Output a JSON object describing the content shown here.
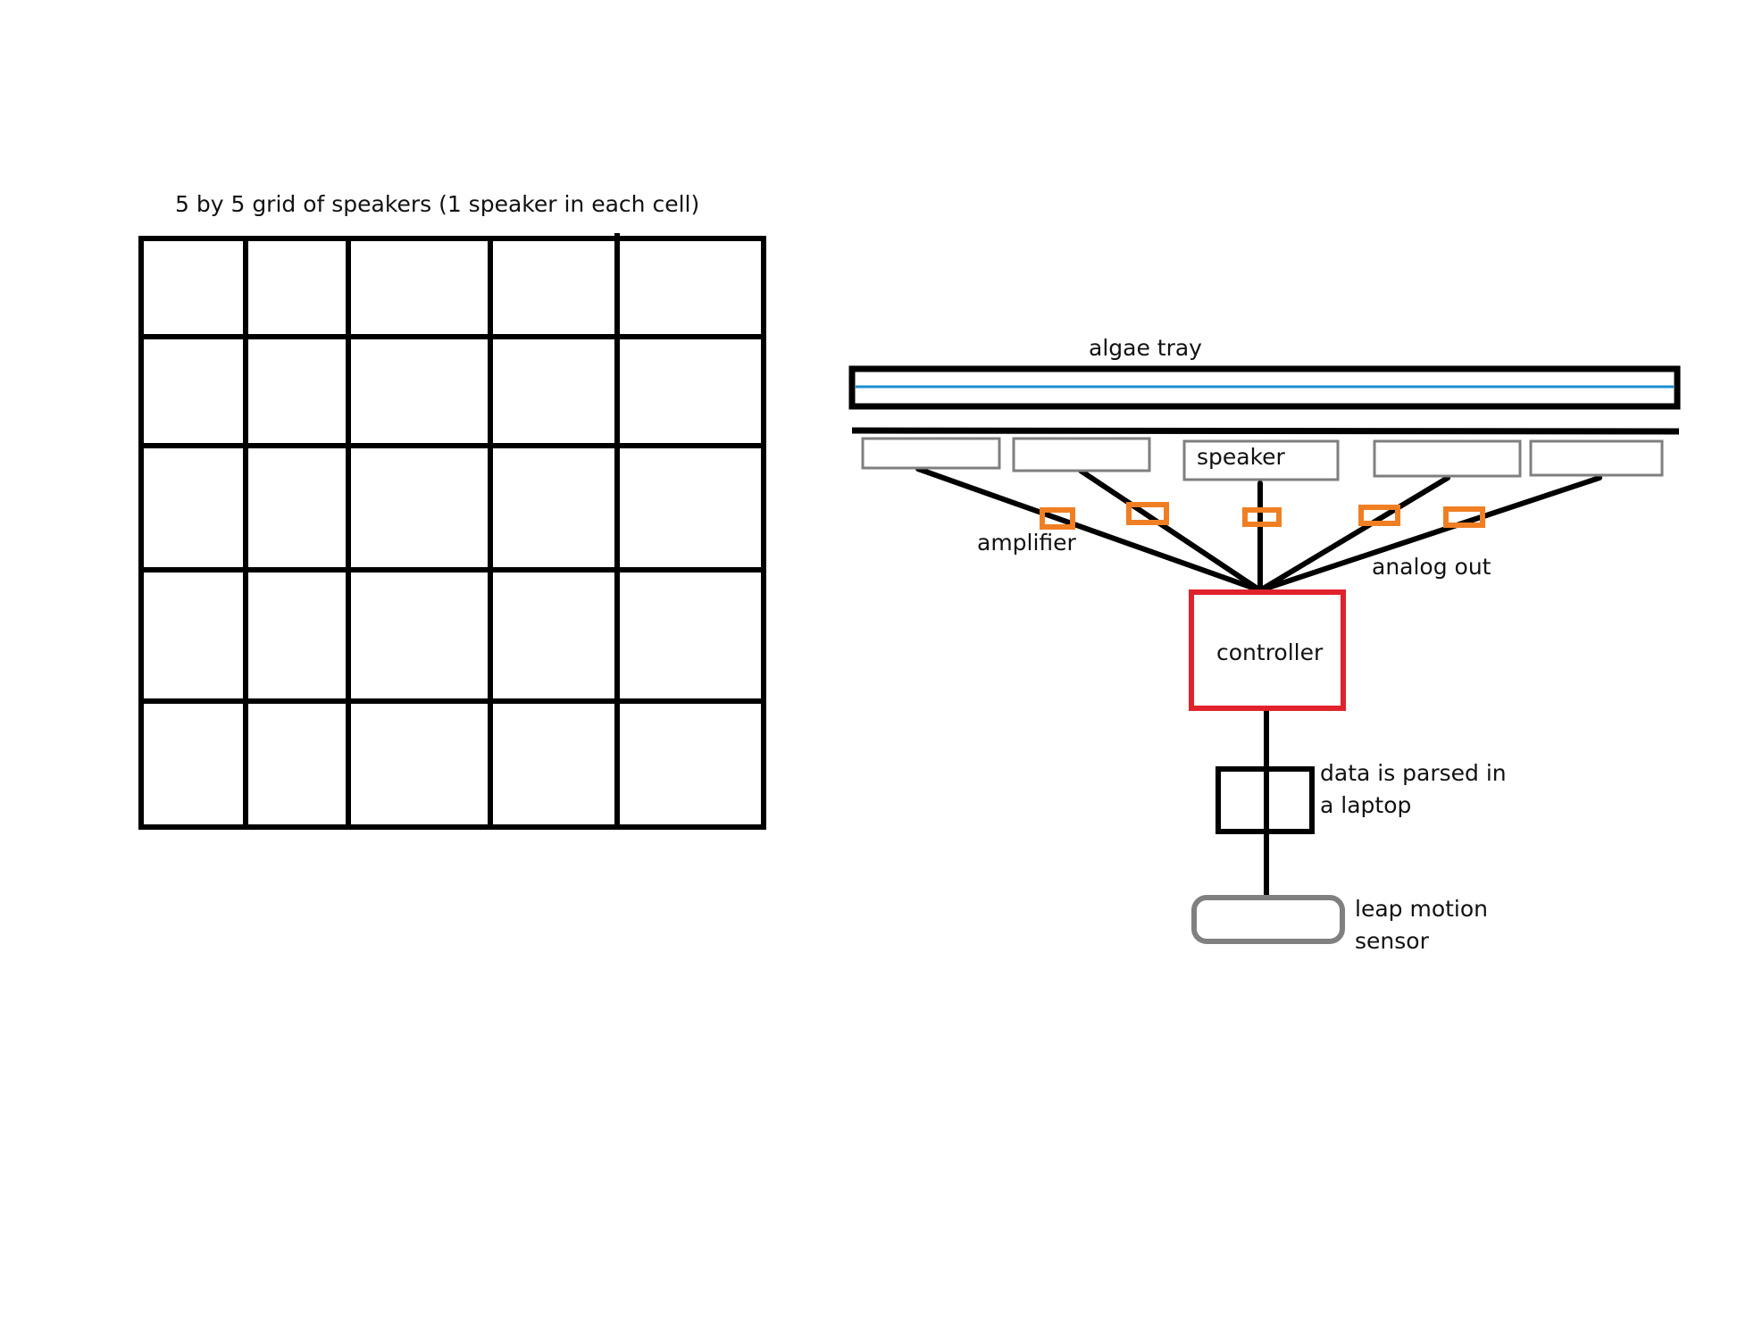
{
  "labels": {
    "grid_title": "5 by 5 grid of speakers (1 speaker in each cell)",
    "algae_tray": "algae tray",
    "speaker": "speaker",
    "amplifier": "amplifier",
    "analog_out": "analog out",
    "controller": "controller",
    "laptop_line1": "data is parsed in",
    "laptop_line2": "a laptop",
    "sensor_line1": "leap motion",
    "sensor_line2": "sensor"
  },
  "grid": {
    "rows": 5,
    "columns": 5
  },
  "colors": {
    "line": "#000000",
    "speaker_box": "#7f7f7f",
    "amplifier": "#f07f24",
    "controller": "#e0232b",
    "water_line": "#1a8ed1",
    "sensor": "#808080"
  }
}
